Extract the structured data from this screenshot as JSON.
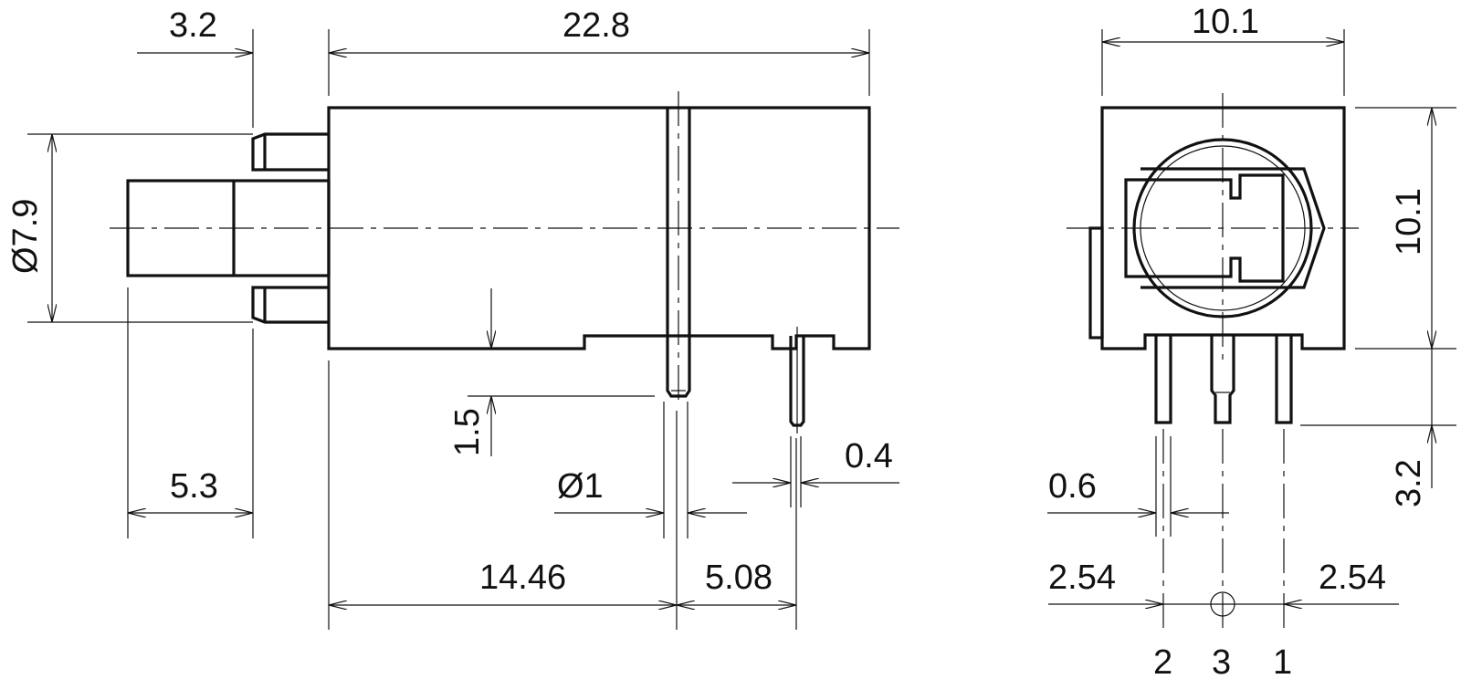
{
  "side_view": {
    "dim_flange_offset": "3.2",
    "dim_body_length": "22.8",
    "dim_diameter": "Ø7.9",
    "dim_pin_standoff": "1.5",
    "dim_lens_length": "5.3",
    "dim_pin_diameter": "Ø1",
    "dim_pin_thickness": "0.4",
    "dim_pin_position": "14.46",
    "dim_pin_spacing": "5.08"
  },
  "front_view": {
    "dim_width": "10.1",
    "dim_height": "10.1",
    "dim_pin_length": "3.2",
    "dim_pin_width": "0.6",
    "dim_pitch_left": "2.54",
    "dim_pitch_right": "2.54",
    "pin_labels": [
      "2",
      "3",
      "1"
    ]
  },
  "colors": {
    "line": "#111111",
    "background": "#ffffff"
  }
}
